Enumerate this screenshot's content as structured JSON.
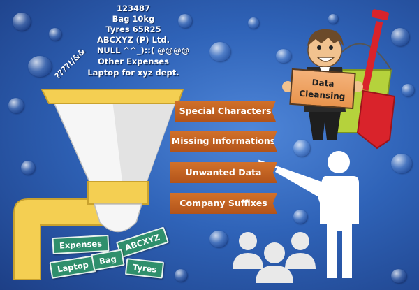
{
  "raw_data": [
    "123487",
    "Bag 10kg",
    "Tyres 65R25",
    "ABCXYZ (P) Ltd.",
    "NULL ^^_)::( @@@@",
    "Other Expenses",
    "Laptop for xyz dept."
  ],
  "raw_symbols": "????!/&&",
  "sign": {
    "line1": "Data",
    "line2": "Cleansing"
  },
  "banners": [
    "Special Characters",
    "Missing Informations",
    "Unwanted Data",
    "Company Suffixes"
  ],
  "tags": [
    "Expenses",
    "ABCXYZ",
    "Laptop",
    "Bag",
    "Tyres"
  ],
  "colors": {
    "banner": "#c4621f",
    "tag": "#2f8f6c",
    "funnel": "#f4cf52",
    "sign": "#f0a366",
    "bucket": "#b5d23c",
    "spade": "#d9232b"
  }
}
